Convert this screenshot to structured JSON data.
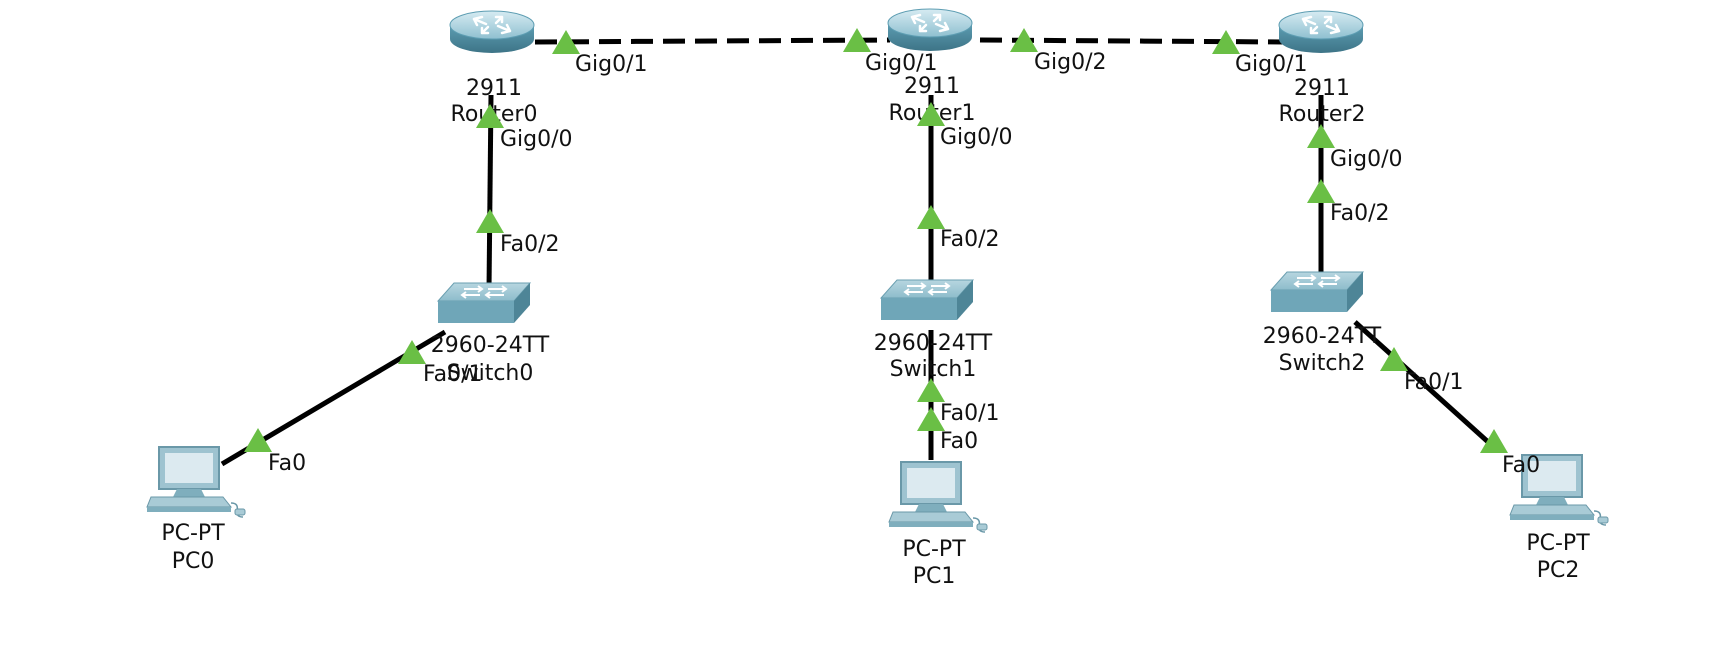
{
  "colors": {
    "link_up": "#6abf45",
    "cable": "#000000",
    "router": "#4f93aa",
    "switch": "#6fa6b8",
    "pc": "#9ec3d0",
    "text": "#111111"
  },
  "devices": {
    "router0": {
      "icon": "router-icon",
      "model": "2911",
      "name": "Router0"
    },
    "router1": {
      "icon": "router-icon",
      "model": "2911",
      "name": "Router1"
    },
    "router2": {
      "icon": "router-icon",
      "model": "2911",
      "name": "Router2"
    },
    "switch0": {
      "icon": "switch-icon",
      "model": "2960-24TT",
      "name": "Switch0"
    },
    "switch1": {
      "icon": "switch-icon",
      "model": "2960-24TT",
      "name": "Switch1"
    },
    "switch2": {
      "icon": "switch-icon",
      "model": "2960-24TT",
      "name": "Switch2"
    },
    "pc0": {
      "icon": "pc-icon",
      "model": "PC-PT",
      "name": "PC0"
    },
    "pc1": {
      "icon": "pc-icon",
      "model": "PC-PT",
      "name": "PC1"
    },
    "pc2": {
      "icon": "pc-icon",
      "model": "PC-PT",
      "name": "PC2"
    }
  },
  "links": [
    {
      "from": "Router0",
      "from_port": "Gig0/1",
      "to": "Router1",
      "to_port": "Gig0/1",
      "cable": "crossover",
      "status": "up"
    },
    {
      "from": "Router1",
      "from_port": "Gig0/2",
      "to": "Router2",
      "to_port": "Gig0/1",
      "cable": "crossover",
      "status": "up"
    },
    {
      "from": "Router0",
      "from_port": "Gig0/0",
      "to": "Switch0",
      "to_port": "Fa0/2",
      "cable": "straight-through",
      "status": "up"
    },
    {
      "from": "Router1",
      "from_port": "Gig0/0",
      "to": "Switch1",
      "to_port": "Fa0/2",
      "cable": "straight-through",
      "status": "up"
    },
    {
      "from": "Router2",
      "from_port": "Gig0/0",
      "to": "Switch2",
      "to_port": "Fa0/2",
      "cable": "straight-through",
      "status": "up"
    },
    {
      "from": "Switch0",
      "from_port": "Fa0/1",
      "to": "PC0",
      "to_port": "Fa0",
      "cable": "straight-through",
      "status": "up"
    },
    {
      "from": "Switch1",
      "from_port": "Fa0/1",
      "to": "PC1",
      "to_port": "Fa0",
      "cable": "straight-through",
      "status": "up"
    },
    {
      "from": "Switch2",
      "from_port": "Fa0/1",
      "to": "PC2",
      "to_port": "Fa0",
      "cable": "straight-through",
      "status": "up"
    }
  ]
}
